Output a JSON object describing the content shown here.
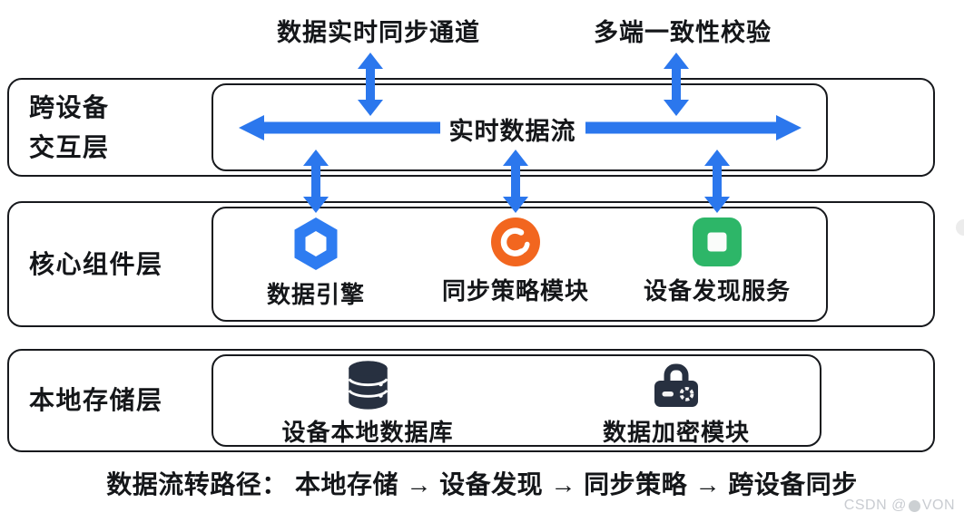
{
  "colors": {
    "arrow_blue": "#2B77ED",
    "engine_blue": "#2E7CF1",
    "sync_orange": "#F2661F",
    "discovery_green": "#2DB668",
    "storage_dark": "#273040",
    "text_black": "#141619",
    "watermark_gray": "#C9CCD1"
  },
  "top_labels": {
    "sync_channel": "数据实时同步通道",
    "consistency_check": "多端一致性校验"
  },
  "interaction_layer": {
    "label_line1": "跨设备",
    "label_line2": "交互层",
    "flow_label": "实时数据流"
  },
  "core_layer": {
    "label": "核心组件层",
    "components": [
      {
        "name": "数据引擎",
        "icon": "hexagon-link-icon"
      },
      {
        "name": "同步策略模块",
        "icon": "sync-refresh-icon"
      },
      {
        "name": "设备发现服务",
        "icon": "square-in-square-icon"
      }
    ]
  },
  "storage_layer": {
    "label": "本地存储层",
    "components": [
      {
        "name": "设备本地数据库",
        "icon": "database-icon"
      },
      {
        "name": "数据加密模块",
        "icon": "encrypted-lock-icon"
      }
    ]
  },
  "caption": "数据流转路径： 本地存储 → 设备发现 → 同步策略 → 跨设备同步",
  "watermark": {
    "prefix": "CSDN @",
    "suffix": "VON"
  }
}
